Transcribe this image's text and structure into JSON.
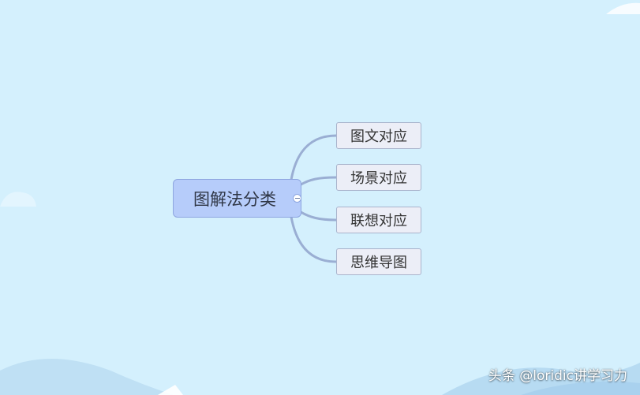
{
  "mindmap": {
    "root": {
      "label": "图解法分类"
    },
    "children": [
      {
        "label": "图文对应"
      },
      {
        "label": "场景对应"
      },
      {
        "label": "联想对应"
      },
      {
        "label": "思维导图"
      }
    ]
  },
  "watermark": {
    "text": "头条 @loridic讲学习力"
  },
  "colors": {
    "background": "#d4f0fd",
    "root_fill": "#b6ccfa",
    "child_fill": "#eceef7",
    "connector": "#9aaed3"
  }
}
